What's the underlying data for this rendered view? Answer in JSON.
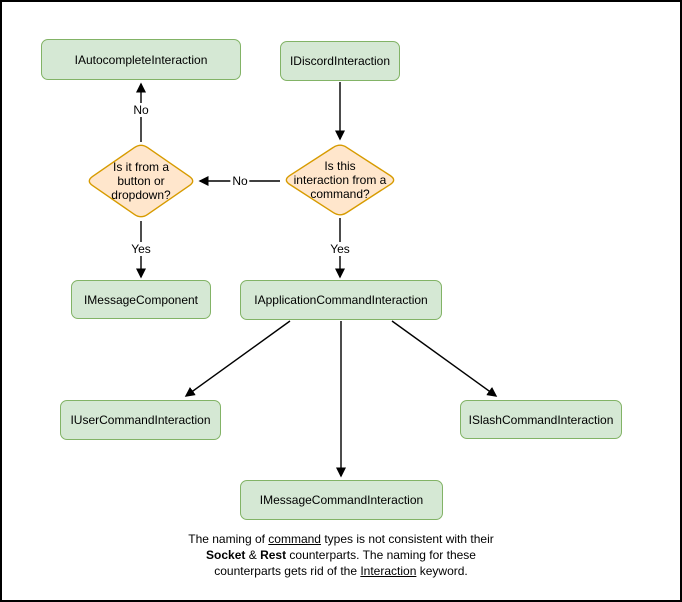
{
  "colors": {
    "node_fill": "#d5e8d4",
    "node_stroke": "#82b366",
    "decision_fill": "#ffe6cc",
    "decision_stroke": "#d79b00",
    "arrow_color": "#000000",
    "text_color": "#000000",
    "canvas_bg": "#ffffff",
    "frame_color": "#000000"
  },
  "nodes": {
    "autocomplete": {
      "label": "IAutocompleteInteraction"
    },
    "discord": {
      "label": "IDiscordInteraction"
    },
    "message_component": {
      "label": "IMessageComponent"
    },
    "application_command": {
      "label": "IApplicationCommandInteraction"
    },
    "user_command": {
      "label": "IUserCommandInteraction"
    },
    "slash_command": {
      "label": "ISlashCommandInteraction"
    },
    "message_command": {
      "label": "IMessageCommandInteraction"
    }
  },
  "decisions": {
    "button_dropdown": {
      "label": "Is it from a button or dropdown?",
      "lines": [
        "Is it from a",
        "button or",
        "dropdown?"
      ]
    },
    "from_command": {
      "label": "Is this interaction from a command?",
      "lines": [
        "Is this",
        "interaction from a",
        "command?"
      ]
    }
  },
  "edge_labels": {
    "no_to_autocomplete": "No",
    "no_to_button_dropdown": "No",
    "yes_to_message_component": "Yes",
    "yes_to_application_command": "Yes"
  },
  "footer": {
    "line1": {
      "pre": "The naming of ",
      "underlined": "command",
      "post": " types is not consistent with their"
    },
    "line2": {
      "bold1": "Socket",
      "amp": " & ",
      "bold2": "Rest",
      "post": " counterparts. The naming for these"
    },
    "line3": {
      "pre": "counterparts gets rid of the ",
      "underlined": "Interaction",
      "post": " keyword."
    }
  }
}
